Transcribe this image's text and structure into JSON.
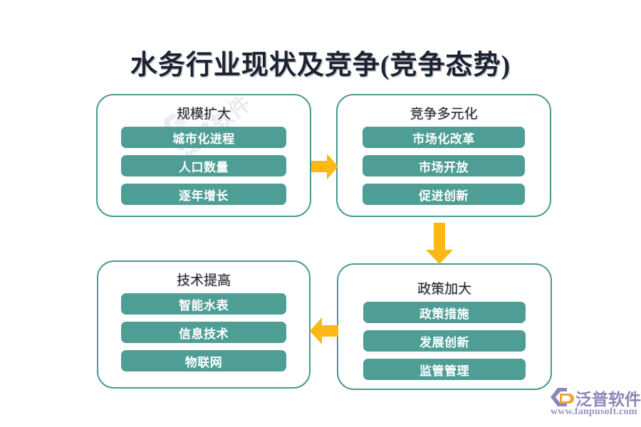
{
  "title": "水务行业现状及竞争(竞争态势)",
  "theme": {
    "box_border": "#4b9a93",
    "pill_fill": "#4e9e96",
    "pill_text": "#ffffff",
    "arrow_color": "#fbb817",
    "title_color": "#1c2230",
    "background": "#ffffff"
  },
  "boxes": [
    {
      "id": "scale-expansion",
      "heading": "规模扩大",
      "items": [
        "城市化进程",
        "人口数量",
        "逐年增长"
      ]
    },
    {
      "id": "competition-diversification",
      "heading": "竞争多元化",
      "items": [
        "市场化改革",
        "市场开放",
        "促进创新"
      ]
    },
    {
      "id": "technology-improvement",
      "heading": "技术提高",
      "items": [
        "智能水表",
        "信息技术",
        "物联网"
      ]
    },
    {
      "id": "policy-strengthening",
      "heading": "政策加大",
      "items": [
        "政策措施",
        "发展创新",
        "监管管理"
      ]
    }
  ],
  "arrows": [
    {
      "id": "arrow-right",
      "direction": "right",
      "from": "scale-expansion",
      "to": "competition-diversification"
    },
    {
      "id": "arrow-down",
      "direction": "down",
      "from": "competition-diversification",
      "to": "policy-strengthening"
    },
    {
      "id": "arrow-left",
      "direction": "left",
      "from": "policy-strengthening",
      "to": "technology-improvement"
    }
  ],
  "watermark": {
    "name": "泛普软件",
    "url": "www.fanpusoft.com"
  },
  "logo": {
    "name": "泛普软件",
    "url": "www.fanpusoft.com"
  }
}
